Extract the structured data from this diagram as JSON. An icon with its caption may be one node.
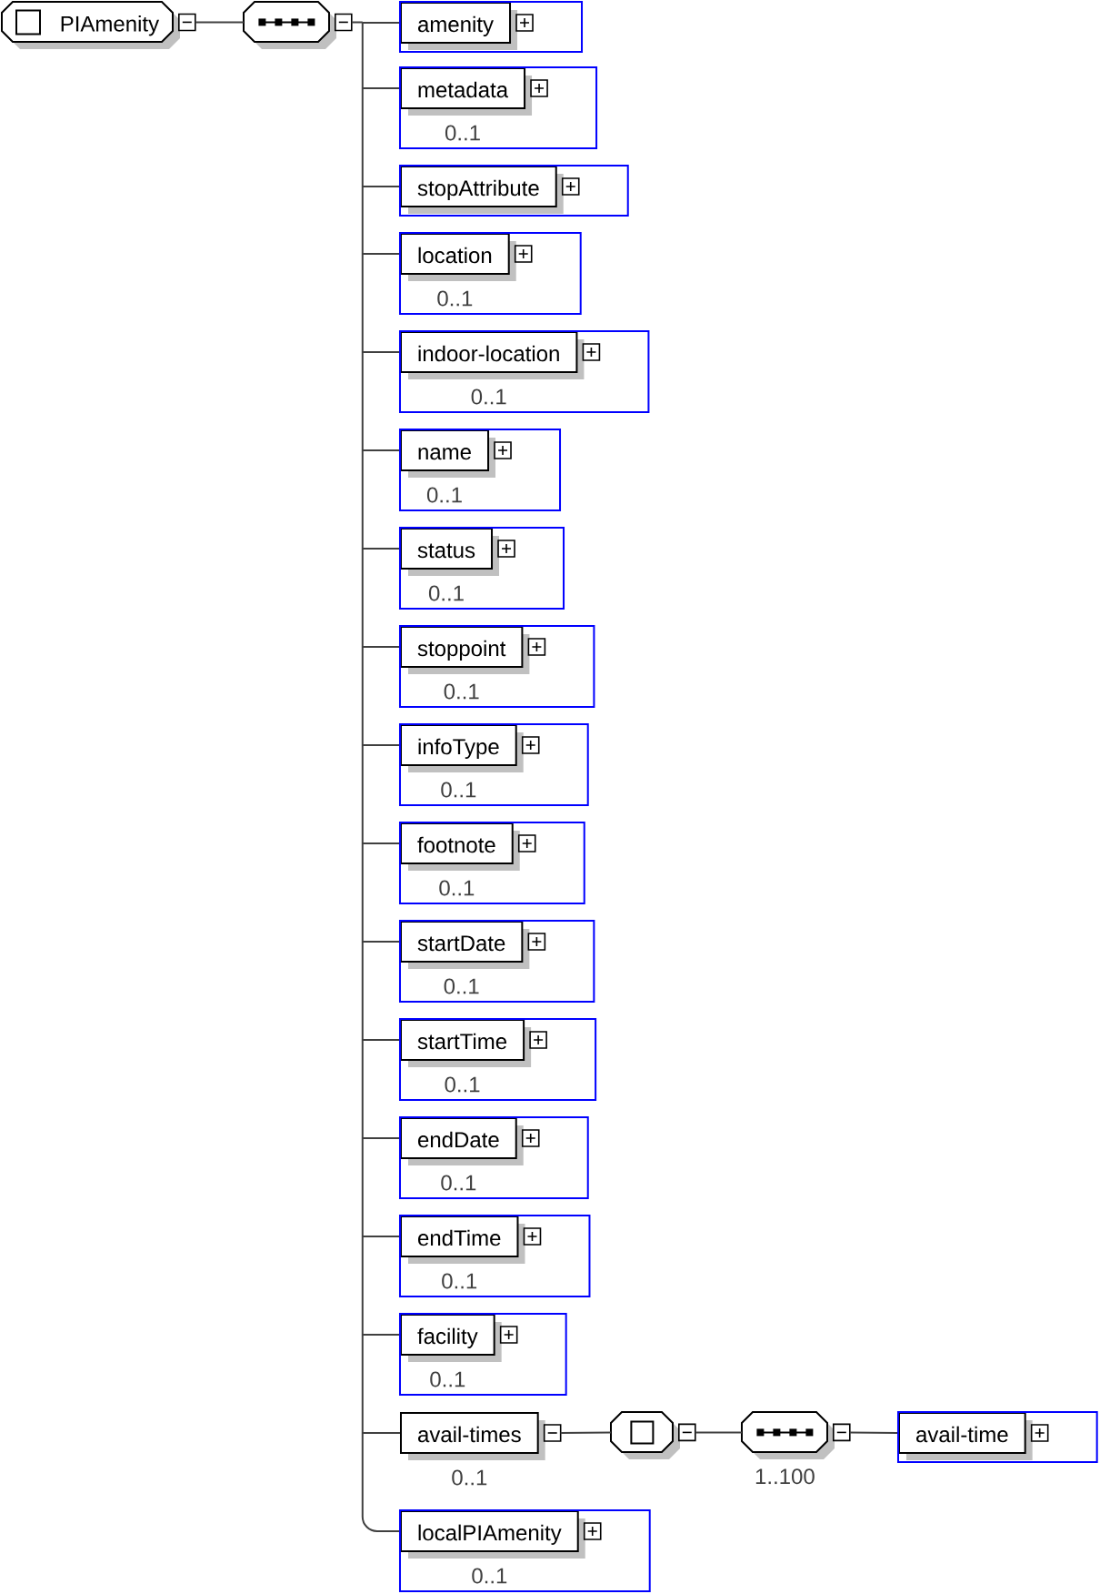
{
  "diagram": {
    "nodes": [
      {
        "text": [
          "PIAmenity"
        ]
      },
      {
        "text": [],
        "shape": "octagon"
      },
      {
        "text": [
          "amenity"
        ]
      },
      {
        "text": [
          "metadata",
          "0..1"
        ]
      },
      {
        "text": [
          "stopAttribute"
        ]
      },
      {
        "text": [
          "location",
          "0..1"
        ]
      },
      {
        "text": [
          "indoor-location",
          "0..1"
        ]
      },
      {
        "text": [
          "name",
          "0..1"
        ]
      },
      {
        "text": [
          "status",
          "0..1"
        ]
      },
      {
        "text": [
          "stoppoint",
          "0..1"
        ]
      },
      {
        "text": [
          "infoType",
          "0..1"
        ]
      },
      {
        "text": [
          "footnote",
          "0..1"
        ]
      },
      {
        "text": [
          "startDate",
          "0..1"
        ]
      },
      {
        "text": [
          "startTime",
          "0..1"
        ]
      },
      {
        "text": [
          "endDate",
          "0..1"
        ]
      },
      {
        "text": [
          "endTime",
          "0..1"
        ]
      },
      {
        "text": [
          "facility",
          "0..1"
        ]
      },
      {
        "text": [
          "avail-times"
        ],
        "beside": [
          "0..1"
        ]
      },
      {
        "text": [],
        "shape": "octagon"
      },
      {
        "text": [],
        "shape": "octagon",
        "beside": [
          "1..100"
        ]
      },
      {
        "text": [
          "avail-time"
        ]
      },
      {
        "text": [
          "localPIAmenity",
          "0..1"
        ]
      }
    ],
    "edges": [
      {
        "from": 0,
        "to": 1,
        "arrow": "none"
      },
      {
        "from": 1,
        "to": 2,
        "arrow": "none"
      },
      {
        "from": 1,
        "to": 3,
        "arrow": "none"
      },
      {
        "from": 1,
        "to": 4,
        "arrow": "none"
      },
      {
        "from": 1,
        "to": 5,
        "arrow": "none"
      },
      {
        "from": 1,
        "to": 6,
        "arrow": "none"
      },
      {
        "from": 1,
        "to": 7,
        "arrow": "none"
      },
      {
        "from": 1,
        "to": 8,
        "arrow": "none"
      },
      {
        "from": 1,
        "to": 9,
        "arrow": "none"
      },
      {
        "from": 1,
        "to": 10,
        "arrow": "none"
      },
      {
        "from": 1,
        "to": 11,
        "arrow": "none"
      },
      {
        "from": 1,
        "to": 12,
        "arrow": "none"
      },
      {
        "from": 1,
        "to": 13,
        "arrow": "none"
      },
      {
        "from": 1,
        "to": 14,
        "arrow": "none"
      },
      {
        "from": 1,
        "to": 15,
        "arrow": "none"
      },
      {
        "from": 1,
        "to": 16,
        "arrow": "none"
      },
      {
        "from": 1,
        "to": 17,
        "arrow": "none"
      },
      {
        "from": 1,
        "to": 21,
        "arrow": "none"
      },
      {
        "from": 17,
        "to": 18,
        "arrow": "none"
      },
      {
        "from": 18,
        "to": 19,
        "arrow": "none"
      },
      {
        "from": 19,
        "to": 20,
        "arrow": "none"
      }
    ]
  }
}
